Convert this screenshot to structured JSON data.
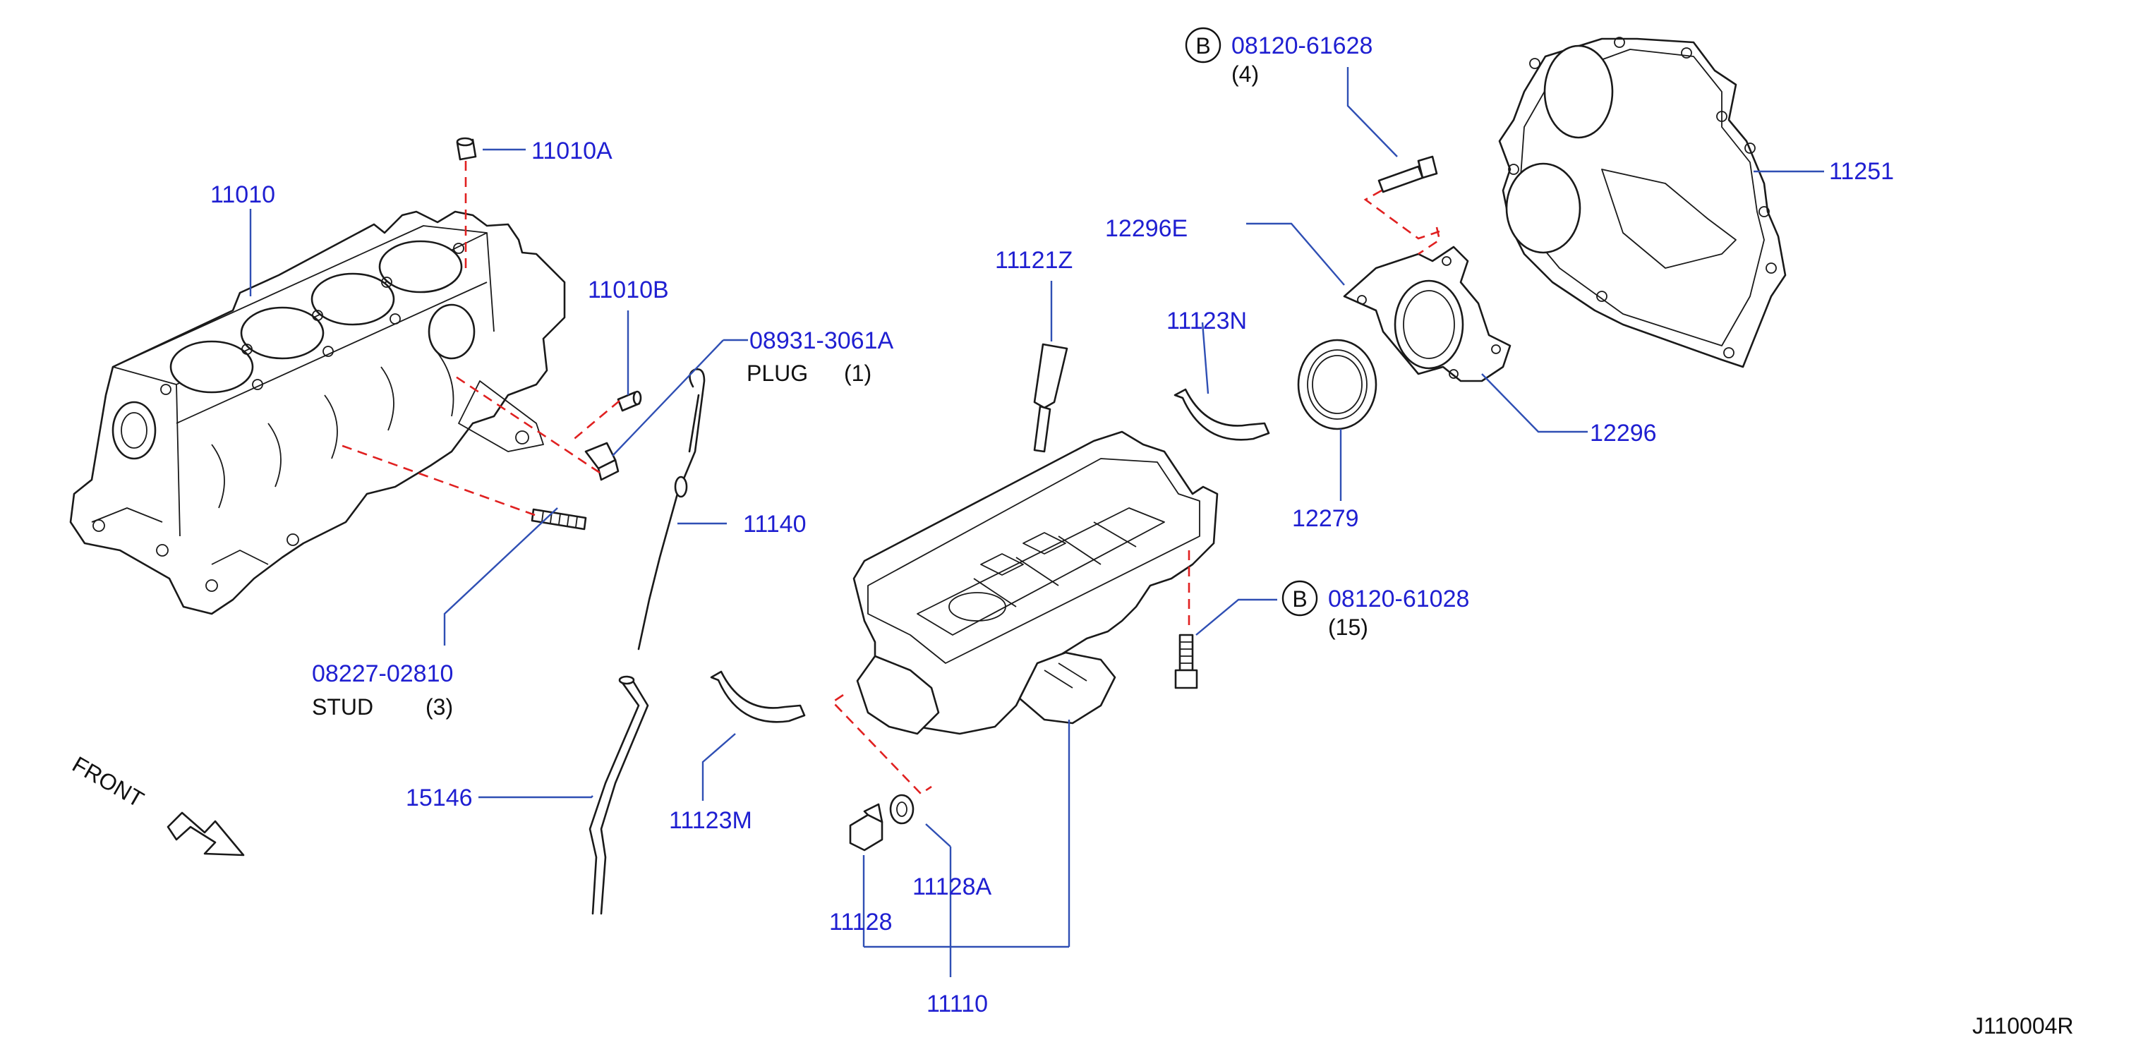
{
  "diagram_code": "J110004R",
  "front_label": "FRONT",
  "callouts": {
    "p11010": {
      "number": "11010"
    },
    "p11010a": {
      "number": "11010A"
    },
    "p11010b": {
      "number": "11010B"
    },
    "p08931": {
      "number": "08931-3061A",
      "name": "PLUG",
      "qty": "(1)"
    },
    "p08227": {
      "number": "08227-02810",
      "name": "STUD",
      "qty": "(3)"
    },
    "p11140": {
      "number": "11140"
    },
    "p15146": {
      "number": "15146"
    },
    "p11121z": {
      "number": "11121Z"
    },
    "p11123m": {
      "number": "11123M"
    },
    "p11123n": {
      "number": "11123N"
    },
    "p11128": {
      "number": "11128"
    },
    "p11128a": {
      "number": "11128A"
    },
    "p11110": {
      "number": "11110"
    },
    "p12296e": {
      "number": "12296E"
    },
    "p12296": {
      "number": "12296"
    },
    "p12279": {
      "number": "12279"
    },
    "p08120_61628": {
      "badge": "B",
      "number": "08120-61628",
      "qty": "(4)"
    },
    "p08120_61028": {
      "badge": "B",
      "number": "08120-61028",
      "qty": "(15)"
    },
    "p11251": {
      "number": "11251"
    }
  },
  "colors": {
    "part_number": "#1f1fd1",
    "leader": "#2f4fb4",
    "dash": "#e02020",
    "drawing": "#1a1a1a"
  }
}
